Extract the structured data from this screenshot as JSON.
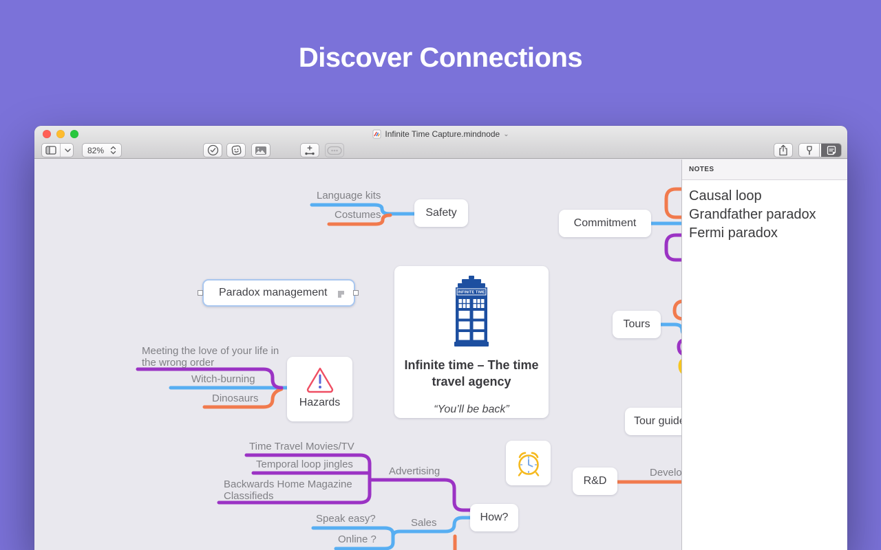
{
  "page": {
    "heading": "Discover Connections"
  },
  "window": {
    "titlebar": {
      "title": "Infinite Time Capture.mindnode",
      "chevron": "⌄"
    },
    "toolbar": {
      "zoom_level": "82%"
    },
    "notes_panel": {
      "header": "NOTES",
      "lines": [
        "Causal loop",
        "Grandfather paradox",
        "Fermi paradox"
      ]
    }
  },
  "mindmap": {
    "central_node": {
      "sign_text": "INFINITE TIME",
      "title": "Infinite time – The time travel agency",
      "tagline": "“You’ll be back”"
    },
    "nodes": {
      "safety": "Safety",
      "commitment": "Commitment",
      "tours": "Tours",
      "paradox_management": "Paradox management",
      "hazards": "Hazards",
      "how": "How?",
      "rd": "R&D",
      "tour_guides": "Tour guides"
    },
    "labels": {
      "language_kits": "Language kits",
      "costumes": "Costumes",
      "meeting": "Meeting the love of your life in the wrong order",
      "witch_burning": "Witch-burning",
      "dinosaurs": "Dinosaurs",
      "time_travel_movies": "Time Travel Movies/TV",
      "temporal_loop_jingles": "Temporal loop jingles",
      "backwards_home": "Backwards Home Magazine Classifieds",
      "advertising": "Advertising",
      "speak_easy": "Speak easy?",
      "online": "Online ?",
      "sales": "Sales",
      "development": "Development"
    },
    "branch_colors": {
      "blue": "#57aef2",
      "orange": "#f17a4d",
      "purple": "#9b33c4",
      "yellow": "#f6c51f"
    }
  },
  "colors": {
    "background": "#7b72d9",
    "canvas": "#e9e8ee",
    "traffic_red": "#ff5f57",
    "traffic_yellow": "#febc2f",
    "traffic_green": "#29c73f",
    "selection_border": "#a9c7ef",
    "tardis_blue": "#1d4fa0"
  }
}
